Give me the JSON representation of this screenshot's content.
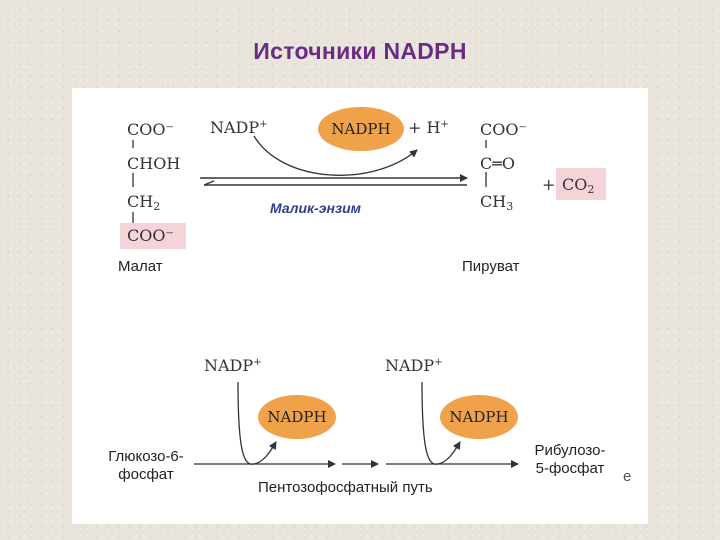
{
  "title": "Источники NADPH",
  "reaction1": {
    "malate_lines": [
      "COO⁻",
      "CHOH",
      "CH",
      "COO⁻"
    ],
    "ch2_sub": "2",
    "malate_name": "Малат",
    "nadp": "NADP",
    "plus_sign": "+",
    "nadph": "NADPH",
    "h_ion": "+ H",
    "enzyme": "Малик-энзим",
    "pyruvate_lines": [
      "COO⁻",
      "C",
      "═O",
      "CH"
    ],
    "c_eq_o": "C═O",
    "ch3_sub": "3",
    "pyruvate_name": "Пируват",
    "co2_plus": "+",
    "co2": "CO",
    "co2_sub": "2"
  },
  "reaction2": {
    "nadp": "NADP",
    "plus_sign": "+",
    "nadph": "NADPH",
    "start_name": "Глюкозо-6-\nфосфат",
    "pathway_name": "Пентозофосфатный путь",
    "end_name": "Рибулозо-\n5-фосфат"
  },
  "stray_mark": "e",
  "colors": {
    "title": "#6a2c82",
    "nadph_ellipse": "#f0a24a",
    "highlight": "#f4d4d8",
    "enzyme": "#2c3f8f",
    "background": "#e9e4dc"
  }
}
